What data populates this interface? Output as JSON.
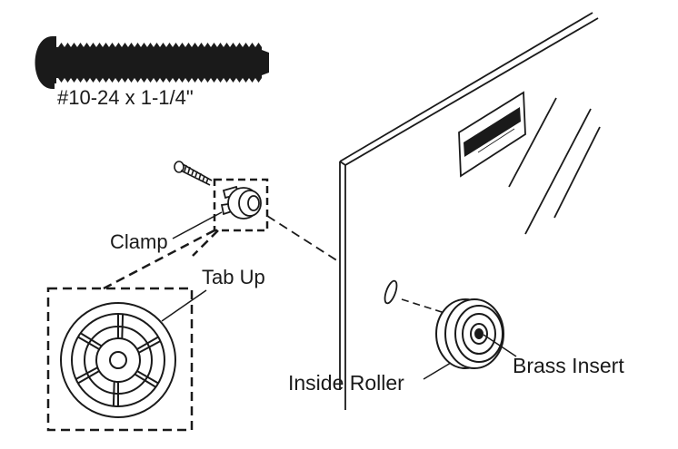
{
  "labels": {
    "screw_spec": "#10-24 x 1-1/4\"",
    "clamp": "Clamp",
    "tab_up": "Tab Up",
    "inside_roller": "Inside Roller",
    "brass_insert": "Brass Insert"
  },
  "colors": {
    "ink": "#1a1a1a",
    "paper": "#ffffff"
  }
}
